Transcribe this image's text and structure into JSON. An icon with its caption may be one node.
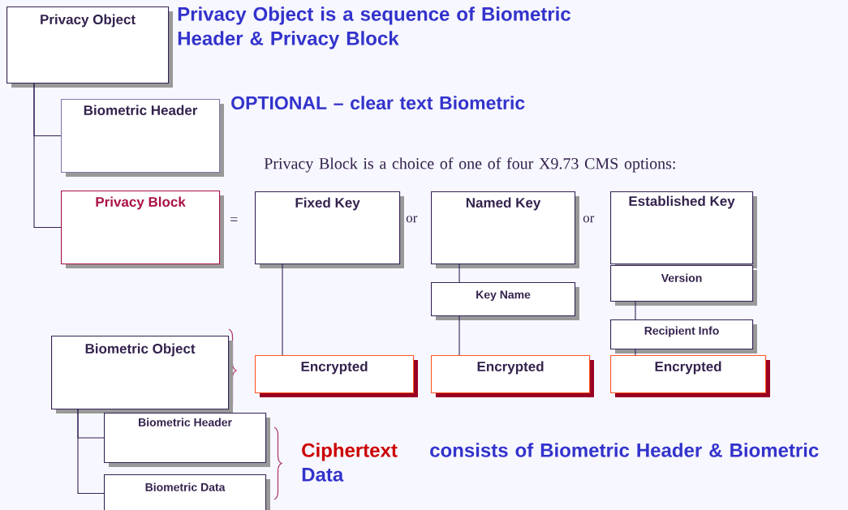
{
  "diagram": {
    "nodes": [
      {
        "text": [
          "Privacy Object"
        ]
      },
      {
        "text": [
          "Biometric Header"
        ]
      },
      {
        "text": [
          "Privacy Block"
        ]
      },
      {
        "text": [
          "Fixed Key"
        ]
      },
      {
        "text": [
          "Named Key"
        ]
      },
      {
        "text": [
          "Established Key"
        ]
      },
      {
        "text": [
          "Key Name"
        ]
      },
      {
        "text": [
          "Version"
        ]
      },
      {
        "text": [
          "Recipient Info"
        ]
      },
      {
        "text": [
          "Encrypted"
        ]
      },
      {
        "text": [
          "Encrypted"
        ]
      },
      {
        "text": [
          "Encrypted"
        ]
      },
      {
        "text": [
          "Biometric Object"
        ]
      },
      {
        "text": [
          "Biometric Header"
        ]
      },
      {
        "text": [
          "Biometric Data"
        ]
      }
    ],
    "edges": [
      {
        "from": 0,
        "to": 1,
        "arrow": "none"
      },
      {
        "from": 0,
        "to": 2,
        "arrow": "none"
      },
      {
        "from": 3,
        "to": 9,
        "arrow": "none"
      },
      {
        "from": 4,
        "to": 6,
        "arrow": "none"
      },
      {
        "from": 6,
        "to": 10,
        "arrow": "none"
      },
      {
        "from": 7,
        "to": 8,
        "arrow": "none"
      },
      {
        "from": 8,
        "to": 11,
        "arrow": "none"
      },
      {
        "from": 12,
        "to": 13,
        "arrow": "none"
      },
      {
        "from": 12,
        "to": 14,
        "arrow": "none"
      }
    ],
    "labels": [
      "Privacy Object is a sequence of Biometric Header & Privacy Block",
      "OPTIONAL – clear text Biometric",
      "Privacy Block is a choice of one of four X9.73 CMS options:",
      "=",
      "or",
      "or",
      "Ciphertext",
      "consists of Biometric Header & Biometric Data"
    ]
  }
}
